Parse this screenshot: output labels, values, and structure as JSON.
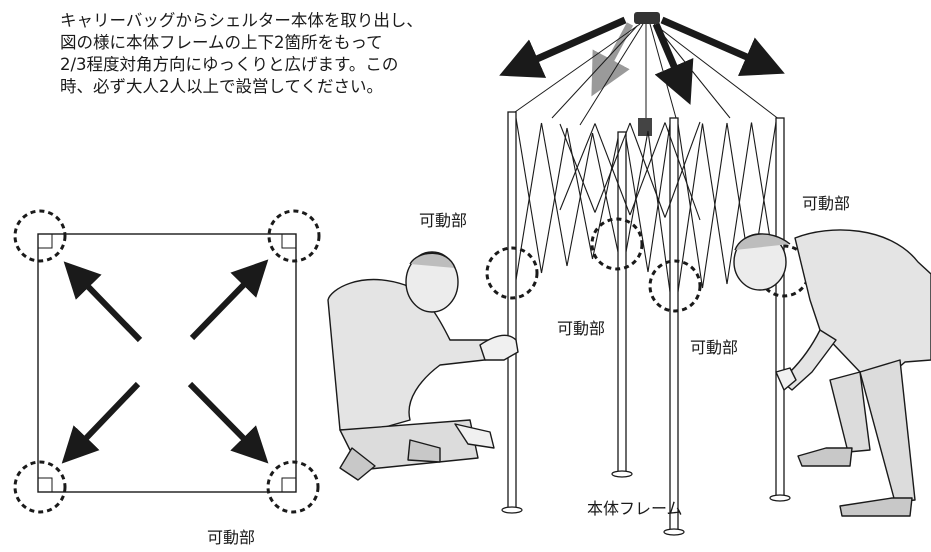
{
  "instructions": {
    "line1": "キャリーバッグからシェルター本体を取り出し、",
    "line2": "図の様に本体フレームの上下2箇所をもって",
    "line3": "2/3程度対角方向にゆっくりと広げます。この",
    "line4": "時、必ず大人2人以上で設営してください。"
  },
  "labels": {
    "movable_left": "可動部",
    "movable_right": "可動部",
    "movable_center_left": "可動部",
    "movable_center_right": "可動部",
    "movable_bottom": "可動部",
    "frame": "本体フレーム"
  }
}
